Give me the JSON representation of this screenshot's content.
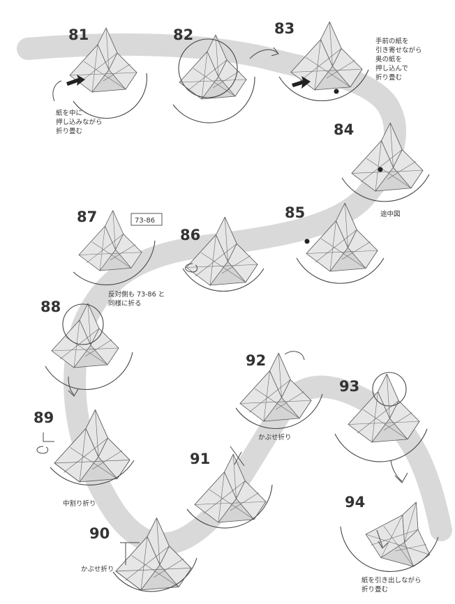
{
  "steps": [
    {
      "number": "81",
      "note": [
        "紙を中に",
        "押し込みながら",
        "折り畳む"
      ]
    },
    {
      "number": "82"
    },
    {
      "number": "83",
      "note": [
        "手前の紙を",
        "引き寄せながら",
        "奥の紙を",
        "押し込んで",
        "折り畳む"
      ]
    },
    {
      "number": "84",
      "note": [
        "途中図"
      ]
    },
    {
      "number": "85"
    },
    {
      "number": "86"
    },
    {
      "number": "87",
      "ref": "73-86",
      "note": [
        "反対側も 73-86 と",
        "同様に折る"
      ]
    },
    {
      "number": "88"
    },
    {
      "number": "89",
      "note": [
        "中割り折り"
      ]
    },
    {
      "number": "90",
      "note": [
        "かぶせ折り"
      ]
    },
    {
      "number": "91"
    },
    {
      "number": "92",
      "note": [
        "かぶせ折り"
      ]
    },
    {
      "number": "93"
    },
    {
      "number": "94",
      "note": [
        "紙を引き出しながら",
        "折り畳む"
      ]
    }
  ],
  "colors": {
    "band": "#d9d9d9",
    "paper": "#e6e6e6",
    "ink": "#333333"
  }
}
